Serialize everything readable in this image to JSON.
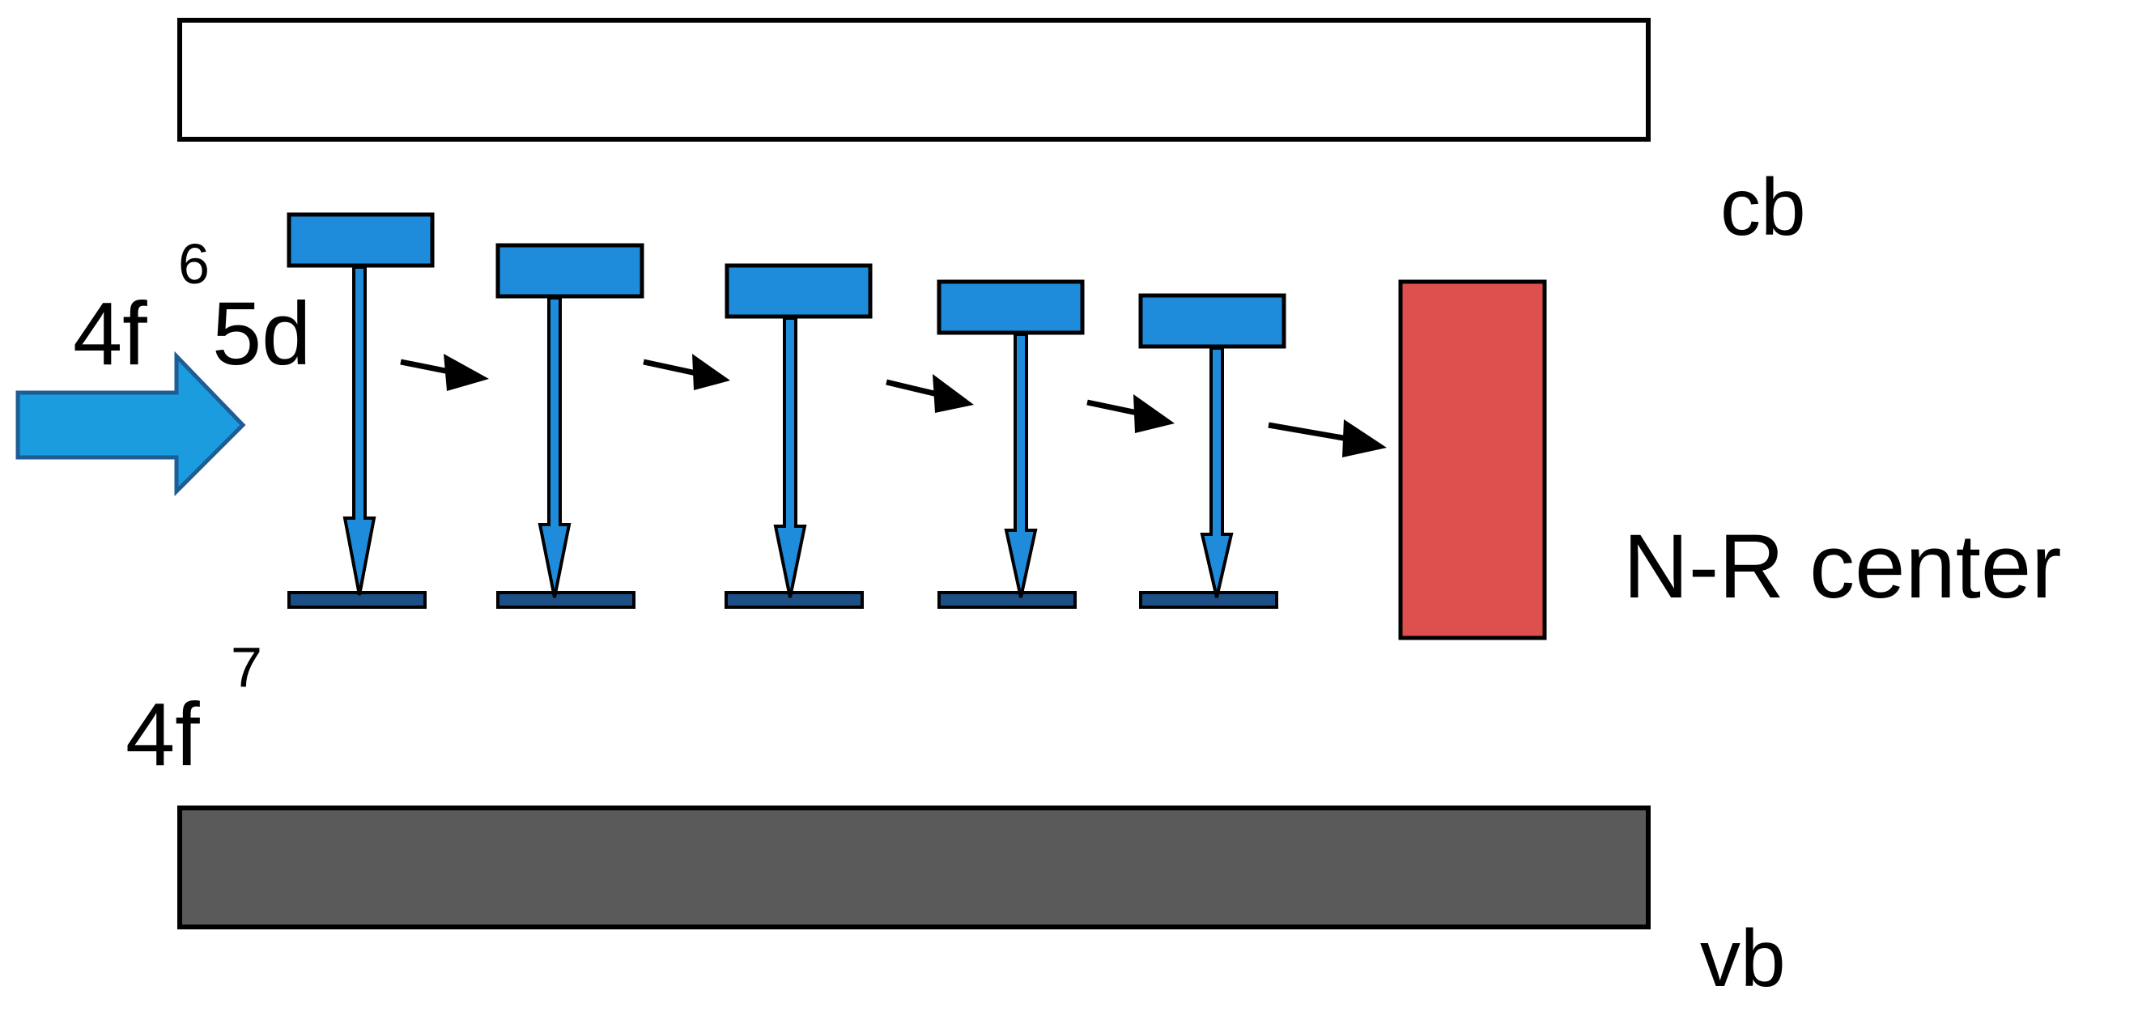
{
  "labels": {
    "excited_base": "4f",
    "excited_sup": "6",
    "excited_suffix": "5d",
    "ground_base": "4f",
    "ground_sup": "7",
    "cb": "cb",
    "vb": "vb",
    "nr_center": "N-R center"
  },
  "colors": {
    "cb_band": "#ffffff",
    "vb_band": "#5a5a5a",
    "excited_level": "#1f8cdb",
    "ground_level": "#1c4f86",
    "emission_arrow": "#1f8cdb",
    "pump_arrow": "#1a9cde",
    "pump_arrow_stroke": "#1f5c94",
    "nr_center": "#dd504e",
    "stroke": "#000000"
  },
  "levels": {
    "count": 5
  }
}
